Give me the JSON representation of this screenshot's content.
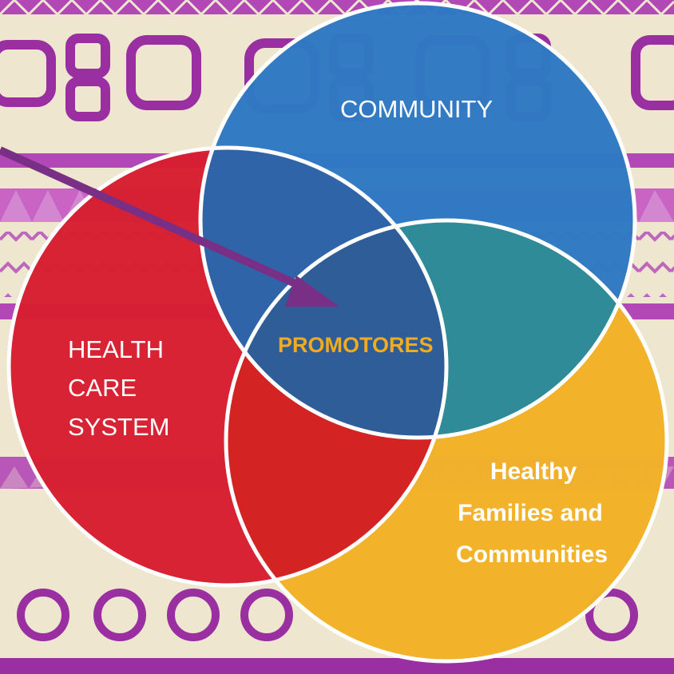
{
  "colors": {
    "background": "#efe6cf",
    "pattern_purple": "#9a2fa2",
    "pattern_purple_light": "#b247b6",
    "red_circle": "#d61f31",
    "blue_circle": "#2f78c3",
    "yellow_circle": "#f2b128",
    "blue_red_overlap": "#2f64a8",
    "blue_yellow_overlap": "#2f8b97",
    "red_yellow_overlap": "#d32323",
    "center_overlap": "#2f5d97",
    "outline": "#ffffff",
    "arrow": "#7a2f86",
    "promotores_text": "#f0ac1f"
  },
  "labels": {
    "community": "COMMUNITY",
    "health_line_1": "HEALTH",
    "health_line_2": "CARE",
    "health_line_3": "SYSTEM",
    "promotores": "PROMOTORES",
    "families_line_1": "Healthy",
    "families_line_2": "Families and",
    "families_line_3": "Communities"
  },
  "icons": {
    "arrow": "pointer-arrow-icon",
    "pattern": "tribal-pattern"
  }
}
